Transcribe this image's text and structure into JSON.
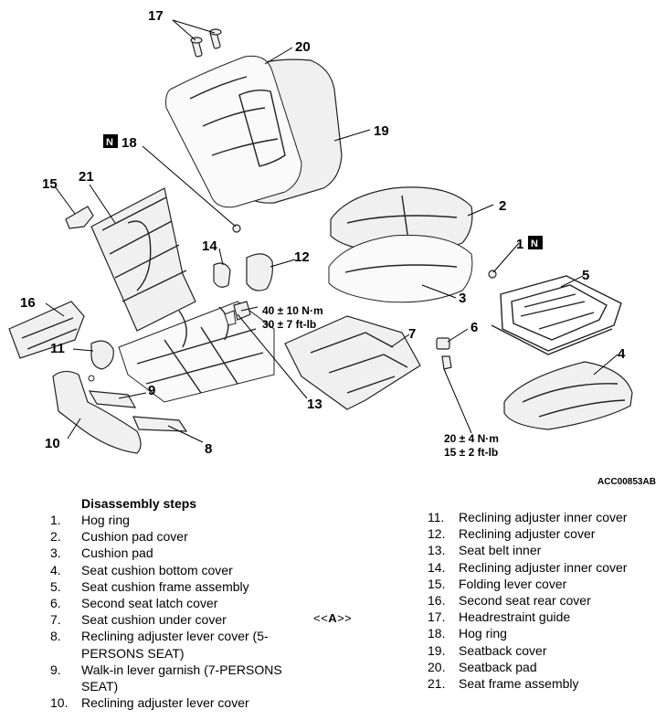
{
  "diagram": {
    "reference_code": "ACC00853AB",
    "callouts": {
      "c1": "1",
      "c2": "2",
      "c3": "3",
      "c4": "4",
      "c5": "5",
      "c6": "6",
      "c7": "7",
      "c8": "8",
      "c9": "9",
      "c10": "10",
      "c11": "11",
      "c12": "12",
      "c13": "13",
      "c14": "14",
      "c15": "15",
      "c16": "16",
      "c17": "17",
      "c18": "18",
      "c19": "19",
      "c20": "20",
      "c21": "21"
    },
    "n_marker": "N",
    "torque_upper": {
      "metric": "40 ± 10 N·m",
      "imperial": "30 ± 7 ft-lb"
    },
    "torque_lower": {
      "metric": "20 ± 4 N·m",
      "imperial": "15 ± 2 ft-lb"
    }
  },
  "steps": {
    "heading": "Disassembly steps",
    "reference_label": "<<A>>",
    "reference_letter": "A",
    "left": [
      {
        "num": "1.",
        "text": "Hog ring"
      },
      {
        "num": "2.",
        "text": "Cushion pad cover"
      },
      {
        "num": "3.",
        "text": "Cushion pad"
      },
      {
        "num": "4.",
        "text": "Seat cushion bottom cover"
      },
      {
        "num": "5.",
        "text": "Seat cushion frame assembly"
      },
      {
        "num": "6.",
        "text": "Second seat latch cover"
      },
      {
        "num": "7.",
        "text": "Seat cushion under cover"
      },
      {
        "num": "8.",
        "text": "Reclining adjuster lever cover (5-PERSONS SEAT)"
      },
      {
        "num": "9.",
        "text": "Walk-in lever garnish (7-PERSONS SEAT)"
      },
      {
        "num": "10.",
        "text": "Reclining adjuster lever cover"
      }
    ],
    "right": [
      {
        "num": "11.",
        "text": "Reclining adjuster inner cover"
      },
      {
        "num": "12.",
        "text": "Reclining adjuster cover"
      },
      {
        "num": "13.",
        "text": "Seat belt inner"
      },
      {
        "num": "14.",
        "text": "Reclining adjuster inner cover"
      },
      {
        "num": "15.",
        "text": "Folding lever cover"
      },
      {
        "num": "16.",
        "text": "Second seat rear cover"
      },
      {
        "num": "17.",
        "text": "Headrestraint guide"
      },
      {
        "num": "18.",
        "text": "Hog ring"
      },
      {
        "num": "19.",
        "text": "Seatback cover"
      },
      {
        "num": "20.",
        "text": "Seatback pad"
      },
      {
        "num": "21.",
        "text": "Seat frame assembly"
      }
    ]
  }
}
